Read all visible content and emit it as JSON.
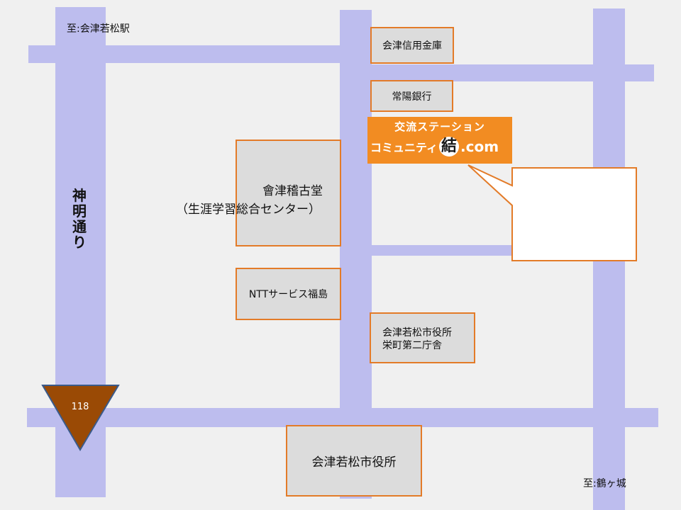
{
  "directions": {
    "station": "至:会津若松駅",
    "castle": "至:鶴ヶ城"
  },
  "streets": {
    "shinmei": [
      "神",
      "明",
      "通",
      "り"
    ]
  },
  "route": {
    "number": "118"
  },
  "buildings": {
    "aizu_shinyo": "会津信用金庫",
    "joyo_bank": "常陽銀行",
    "keikodo_name": "會津稽古堂",
    "keikodo_sub": "（生涯学習総合センター）",
    "ntt": "NTTサービス福島",
    "annex_line1": "会津若松市役所",
    "annex_line2": "栄町第二庁舎",
    "city_hall": "会津若松市役所"
  },
  "target": {
    "title": "交流ステーション",
    "name_prefix": "コミュニティ",
    "name_mark": "結",
    "name_suffix": ".com"
  },
  "colors": {
    "road": "#bdbdee",
    "building_fill": "#dcdcdc",
    "building_border": "#e37b28",
    "target_fill": "#f28c22",
    "route_marker": "#9a4a05",
    "route_marker_border": "#3a5a8a"
  }
}
